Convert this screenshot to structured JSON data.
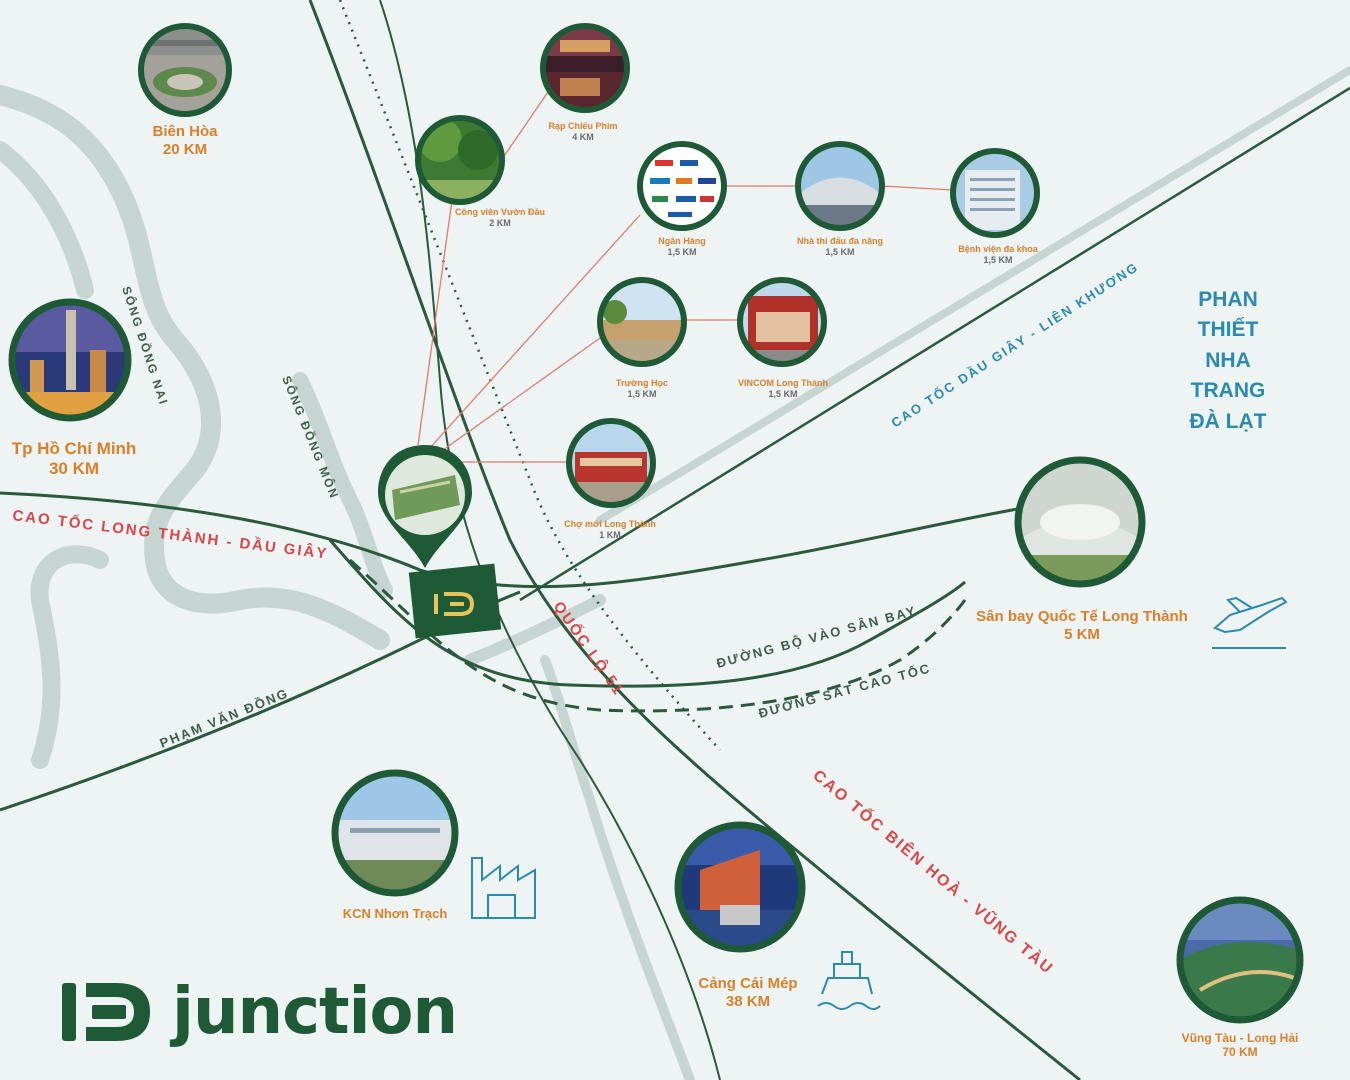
{
  "colors": {
    "background": "#eef3f4",
    "river": "#c6d5d1",
    "road": "#2a5a3b",
    "connector": "#e47a6a",
    "brand": "#1f5a36",
    "distance_text": "#d9802a",
    "road_label_red": "#d8474a",
    "road_label_blue": "#2a8bb0",
    "road_label_dark": "#3e5e4a",
    "destination_text": "#2a8bb0"
  },
  "destinations": [
    "PHAN THIẾT",
    "NHA TRANG",
    "ĐÀ LẠT"
  ],
  "roads": {
    "long_thanh_dau_giay": "CAO TỐC LONG THÀNH - DẦU GIÂY",
    "dau_giay_lien_khuong": "CAO TỐC DẦU GIÂY - LIÊN KHƯƠNG",
    "quoc_lo_51": "QUỐC LỘ 51",
    "bien_hoa_vung_tau": "CAO TỐC BIÊN HOÀ - VŨNG TÀU",
    "duong_bo_san_bay": "ĐƯỜNG BỘ VÀO SÂN BAY",
    "duong_sat_cao_toc": "ĐƯỜNG SẮT CAO TỐC",
    "pham_van_dong": "PHẠM VĂN ĐỒNG"
  },
  "rivers": {
    "song_dong_nai": "SÔNG ĐỒNG NAI",
    "song_dong_mon": "SÔNG ĐỒNG MÔN"
  },
  "places": {
    "bien_hoa": {
      "name": "Biên Hòa",
      "distance": "20 KM",
      "icon": "city-photo"
    },
    "rap_chieu_phim": {
      "name": "Rạp Chiếu Phim",
      "distance": "4 KM",
      "icon": "cinema-photo"
    },
    "cong_vien": {
      "name": "Công viên Vườn Đầu",
      "distance": "2 KM",
      "icon": "park-photo"
    },
    "ngan_hang": {
      "name": "Ngân Hàng",
      "distance": "1,5 KM",
      "icon": "bank-logos-photo"
    },
    "nha_thi_dau": {
      "name": "Nhà thi đấu đa năng",
      "distance": "1,5 KM",
      "icon": "stadium-photo"
    },
    "benh_vien": {
      "name": "Bệnh viện đa khoa",
      "distance": "1,5 KM",
      "icon": "hospital-photo"
    },
    "truong_hoc": {
      "name": "Trường Học",
      "distance": "1,5 KM",
      "icon": "school-photo"
    },
    "vincom": {
      "name": "VINCOM Long Thành",
      "distance": "1,5 KM",
      "icon": "mall-photo"
    },
    "cho_moi": {
      "name": "Chợ mới Long Thành",
      "distance": "1 KM",
      "icon": "market-photo"
    },
    "hcm": {
      "name": "Tp Hồ Chí Minh",
      "distance": "30 KM",
      "icon": "skyline-photo"
    },
    "san_bay": {
      "name": "Sân bay Quốc Tế Long Thành",
      "distance": "5 KM",
      "icon": "airport-photo"
    },
    "kcn": {
      "name": "KCN Nhơn Trạch",
      "icon": "factory-photo"
    },
    "cang": {
      "name": "Cảng Cái Mép",
      "distance": "38 KM",
      "icon": "port-photo"
    },
    "vung_tau": {
      "name": "Vũng Tàu - Long Hải",
      "distance": "70 KM",
      "icon": "coast-photo"
    }
  },
  "brand": {
    "word": "junction"
  }
}
